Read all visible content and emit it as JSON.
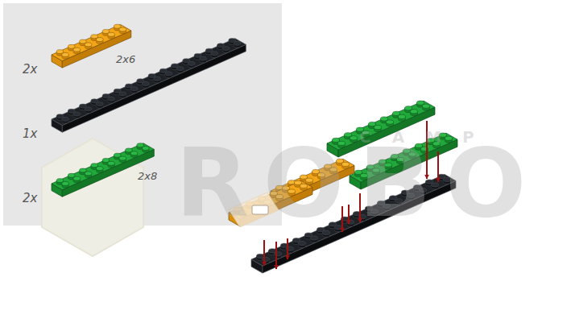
{
  "diagram": {
    "labels": [
      "2x",
      "2x6",
      "1x",
      "2x",
      "2x8",
      "ROBO",
      "CAMP"
    ]
  }
}
